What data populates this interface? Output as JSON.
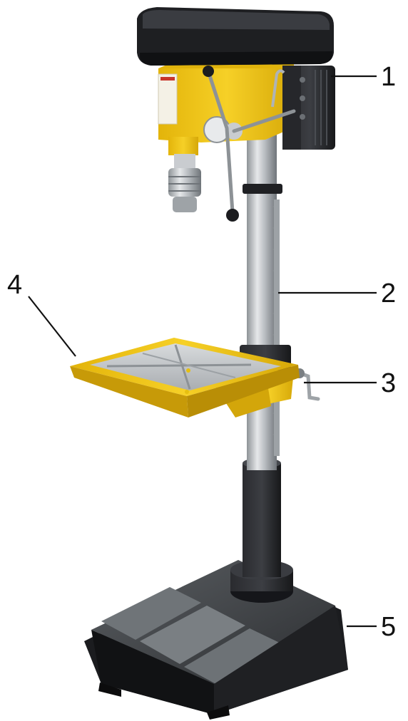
{
  "colors": {
    "frame_yellow": "#f2c611",
    "frame_yellow_dark": "#c79a08",
    "cast_black": "#1e1f22",
    "steel": "#b9bdc1",
    "label_ink": "#111111"
  },
  "callouts": [
    {
      "id": "1",
      "label": "1",
      "part": "motor"
    },
    {
      "id": "2",
      "label": "2",
      "part": "column"
    },
    {
      "id": "3",
      "label": "3",
      "part": "table-crank"
    },
    {
      "id": "4",
      "label": "4",
      "part": "work-table"
    },
    {
      "id": "5",
      "label": "5",
      "part": "base"
    }
  ],
  "icons": [
    "drill-press-illustration"
  ]
}
